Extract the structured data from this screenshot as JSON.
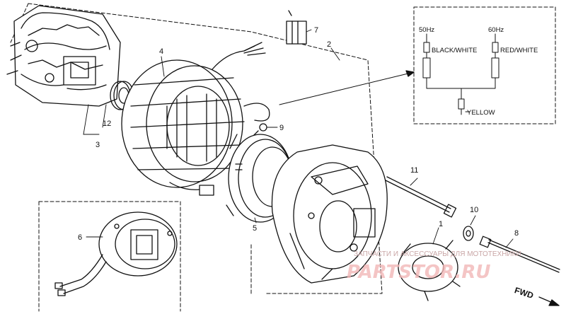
{
  "callouts": {
    "c1": "1",
    "c2": "2",
    "c3": "3",
    "c4": "4",
    "c5": "5",
    "c6": "6",
    "c7": "7",
    "c8": "8",
    "c9": "9",
    "c10": "10",
    "c11": "11",
    "c12": "12"
  },
  "inset": {
    "hz50": "50Hz",
    "hz60": "60Hz",
    "black_white": "BLACK/WHITE",
    "red_white": "RED/WHITE",
    "yellow": "YELLOW"
  },
  "fwd_label": "FWD",
  "watermark": {
    "line": "ЗАПЧАСТИ И АКСЕССУАРЫ ДЛЯ МОТОТЕХНИКИ",
    "brand": "PARTSTOR.RU"
  },
  "colors": {
    "ink": "#111111",
    "watermark_red": "#f2b7b7"
  }
}
